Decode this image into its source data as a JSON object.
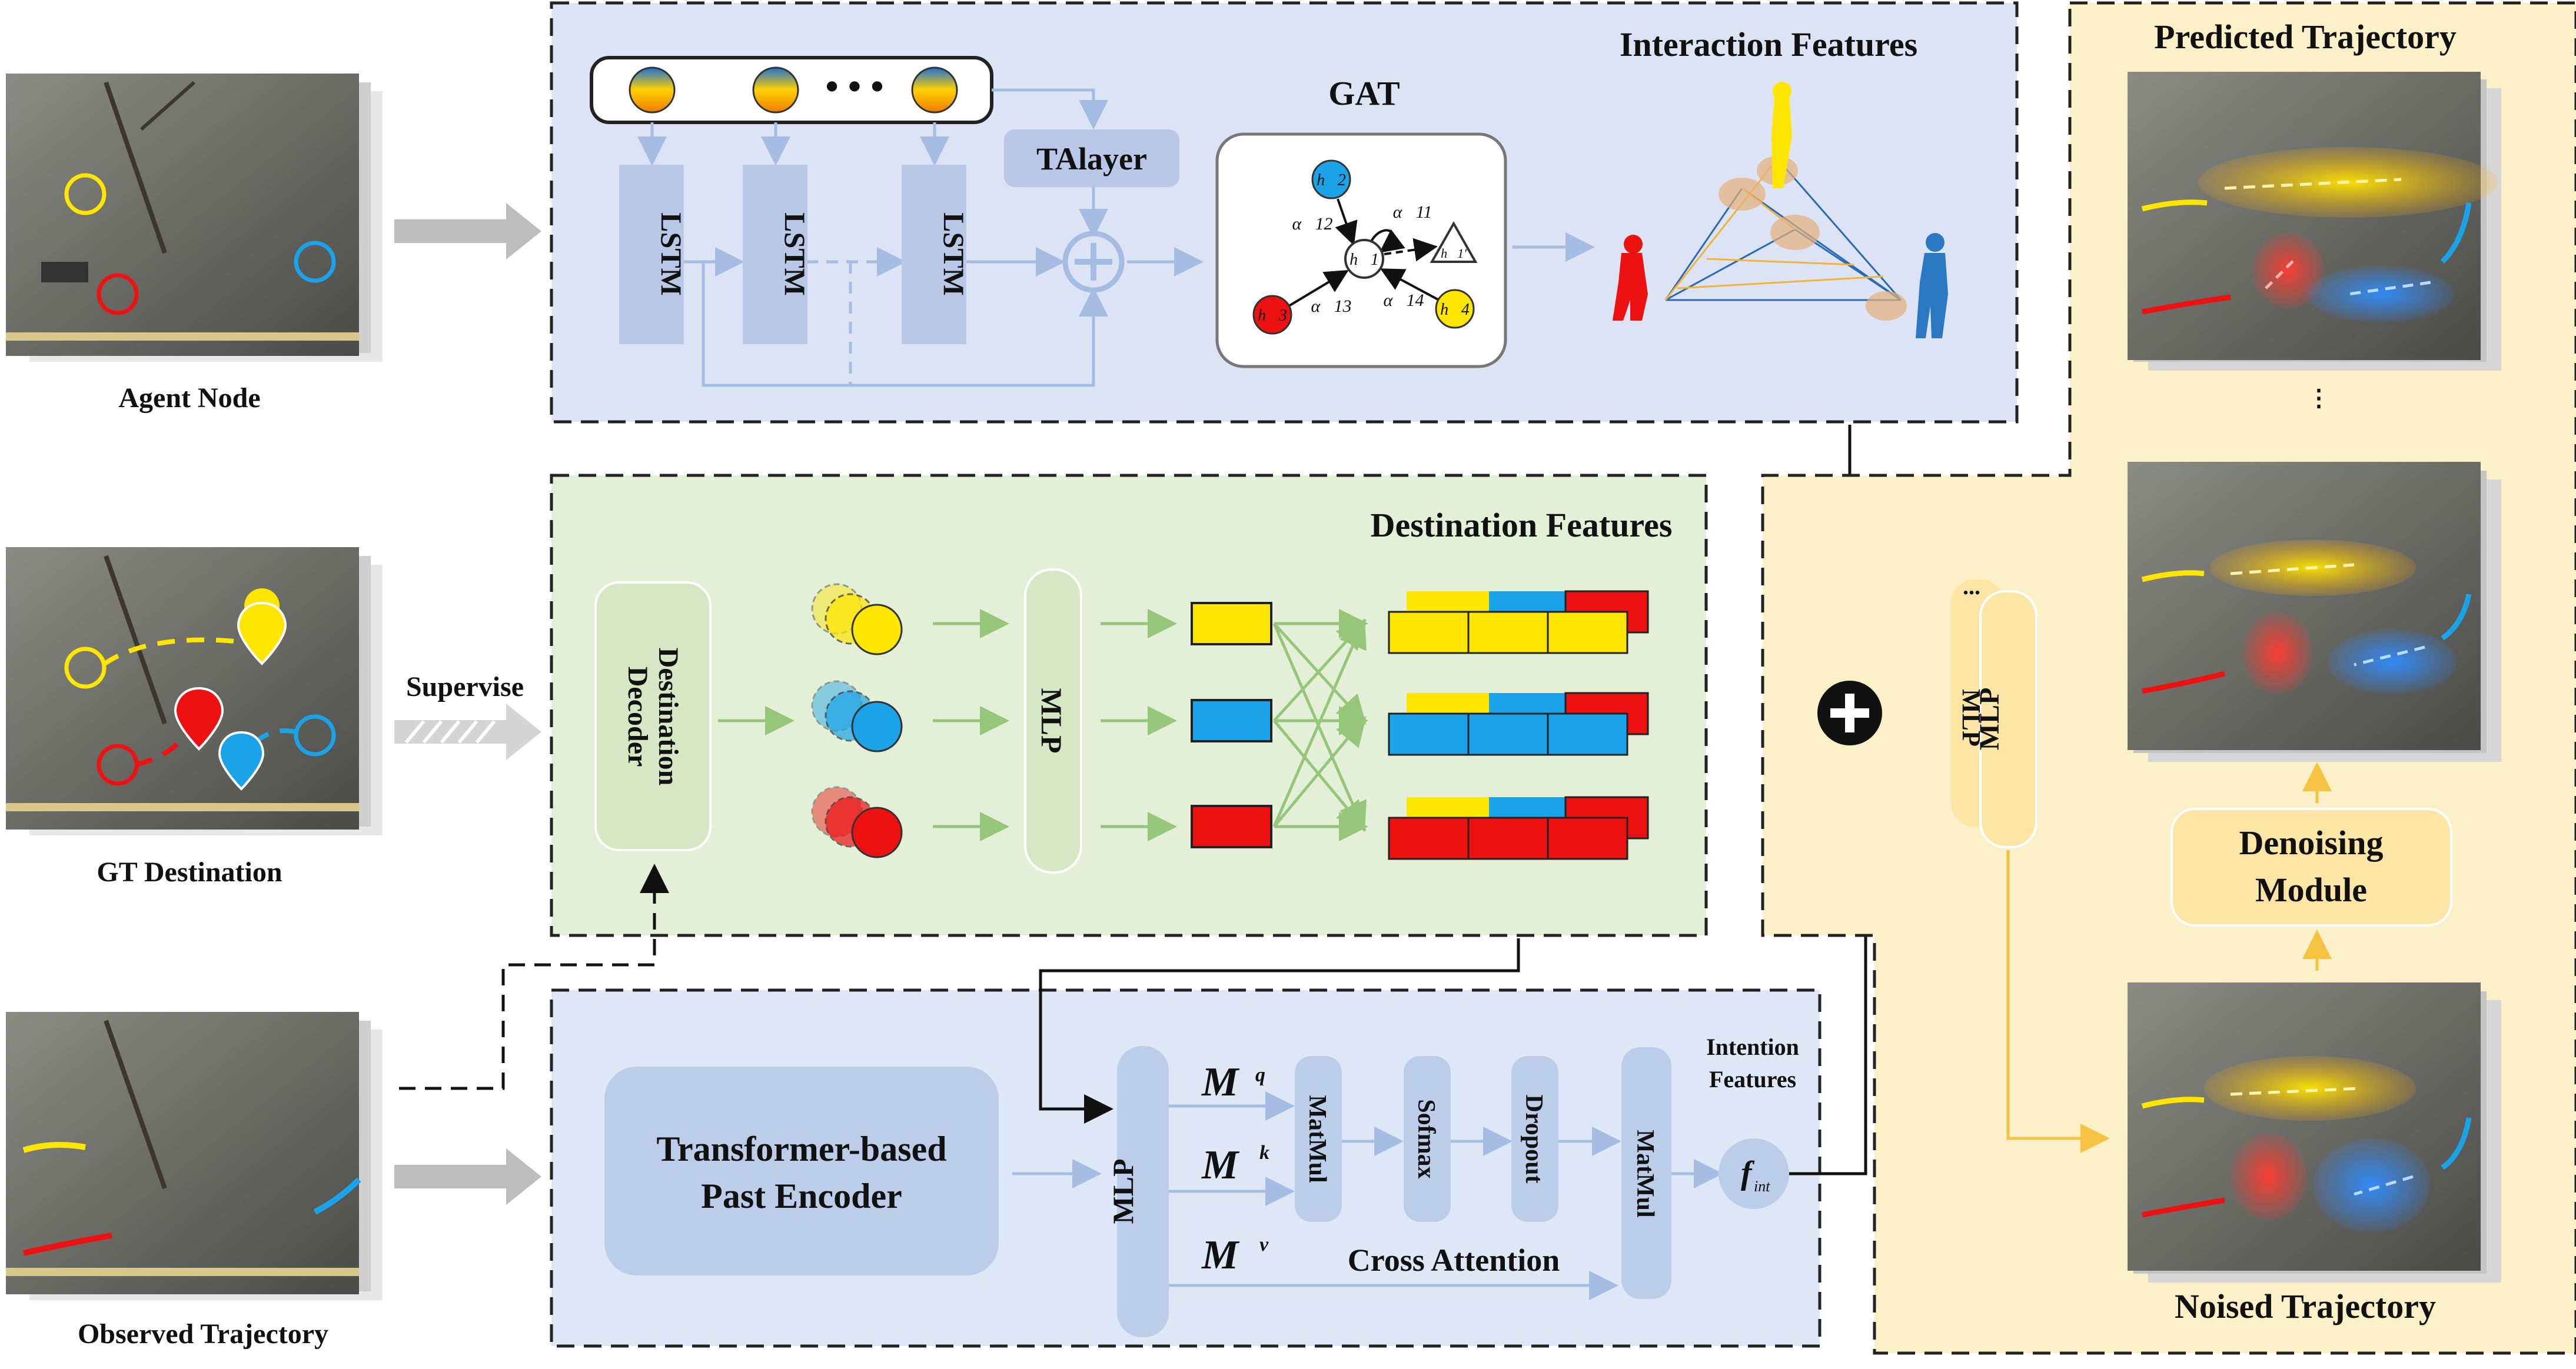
{
  "labels": {
    "agent_node": "Agent Node",
    "gt_destination": "GT Destination",
    "observed_trajectory": "Observed Trajectory",
    "supervise": "Supervise",
    "interaction_features": "Interaction Features",
    "gat": "GAT",
    "talayer": "TAlayer",
    "lstm": "LSTM",
    "destination_features": "Destination Features",
    "destination_decoder_line1": "Destination",
    "destination_decoder_line2": "Decoder",
    "mlp": "MLP",
    "transformer_line1": "Transformer-based",
    "transformer_line2": "Past Encoder",
    "mq": "M",
    "mq_sup": "q",
    "mk": "M",
    "mk_sup": "k",
    "mv": "M",
    "mv_sup": "v",
    "matmul": "MatMul",
    "softmax": "Sofmax",
    "dropout": "Dropout",
    "cross_attention": "Cross Attention",
    "intention_line1": "Intention",
    "intention_line2": "Features",
    "f_int": "f",
    "f_int_sub": "int",
    "predicted_trajectory": "Predicted Trajectory",
    "denoising_line1": "Denoising",
    "denoising_line2": "Module",
    "noised_trajectory": "Noised Trajectory",
    "mlp_back": "MLP",
    "ellipsis": "• • •",
    "gat_h1": "h⃗1",
    "gat_h2": "h⃗2",
    "gat_h3": "h⃗3",
    "gat_h4": "h⃗4",
    "gat_h1p": "h⃗1'",
    "gat_a11": "α⃗11",
    "gat_a12": "α⃗12",
    "gat_a13": "α⃗13",
    "gat_a14": "α⃗14"
  },
  "colors": {
    "interaction_panel": "#dbe3f4",
    "destination_panel": "#e3efd6",
    "bottom_panel": "#dde7f5",
    "right_panel": "#fcf0c9",
    "lstm_box": "#b9c8e6",
    "green_box": "#d5e8c3",
    "blue_box": "#bccde9",
    "yellow_box": "#fde6a5",
    "arrow_blue": "#a6bde3",
    "arrow_green": "#95c67a",
    "arrow_yellow": "#f5c242",
    "feature_yellow": "#ffe600",
    "feature_blue": "#1aa3e8",
    "feature_red": "#ee1111"
  }
}
